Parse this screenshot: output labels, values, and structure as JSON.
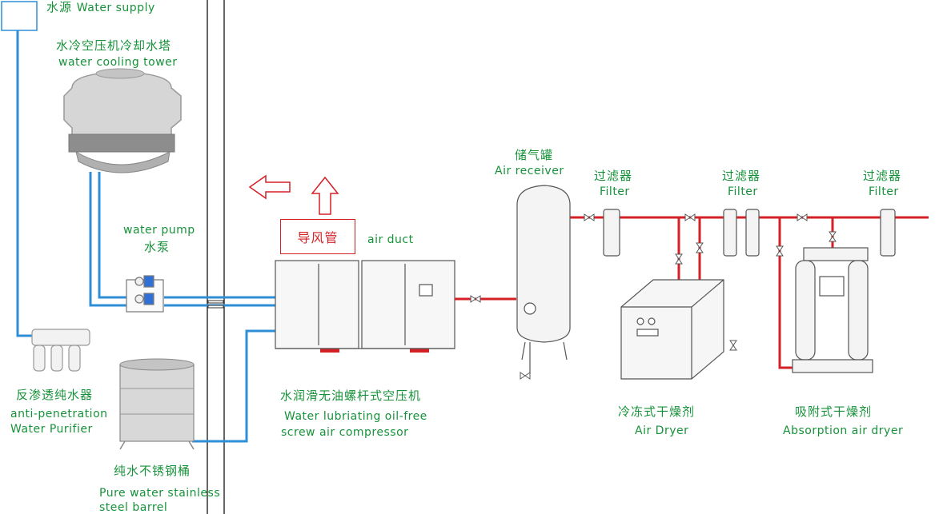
{
  "labels": {
    "water_supply": {
      "zh": "水源",
      "en": "Water supply"
    },
    "cooling_tower": {
      "zh": "水冷空压机冷却水塔",
      "en": "water cooling tower"
    },
    "water_pump": {
      "en": "water pump",
      "zh": "水泵"
    },
    "purifier": {
      "zh": "反渗透纯水器",
      "en_line1": "anti-penetration",
      "en_line2": "Water Purifier"
    },
    "barrel": {
      "zh": "纯水不锈钢桶",
      "en_line1": "Pure water stainless",
      "en_line2": "steel barrel"
    },
    "air_duct": {
      "zh": "导风管",
      "en": "air duct"
    },
    "compressor": {
      "zh": "水润滑无油螺杆式空压机",
      "en_line1": "Water lubriating oil-free",
      "en_line2": "screw air compressor"
    },
    "receiver": {
      "zh": "储气罐",
      "en": "Air receiver"
    },
    "filter_1": {
      "zh": "过滤器",
      "en": "Filter"
    },
    "filter_2": {
      "zh": "过滤器",
      "en": "Filter"
    },
    "filter_3": {
      "zh": "过滤器",
      "en": "Filter"
    },
    "air_dryer": {
      "zh": "冷冻式干燥剂",
      "en": "Air Dryer"
    },
    "absorption_dryer": {
      "zh": "吸附式干燥剂",
      "en": "Absorption air dryer"
    }
  },
  "colors": {
    "water_pipe": "#2f8fd6",
    "air_pipe": "#d42027",
    "label_green": "#17923a",
    "label_red": "#d42027",
    "equipment_outline": "#555555"
  }
}
